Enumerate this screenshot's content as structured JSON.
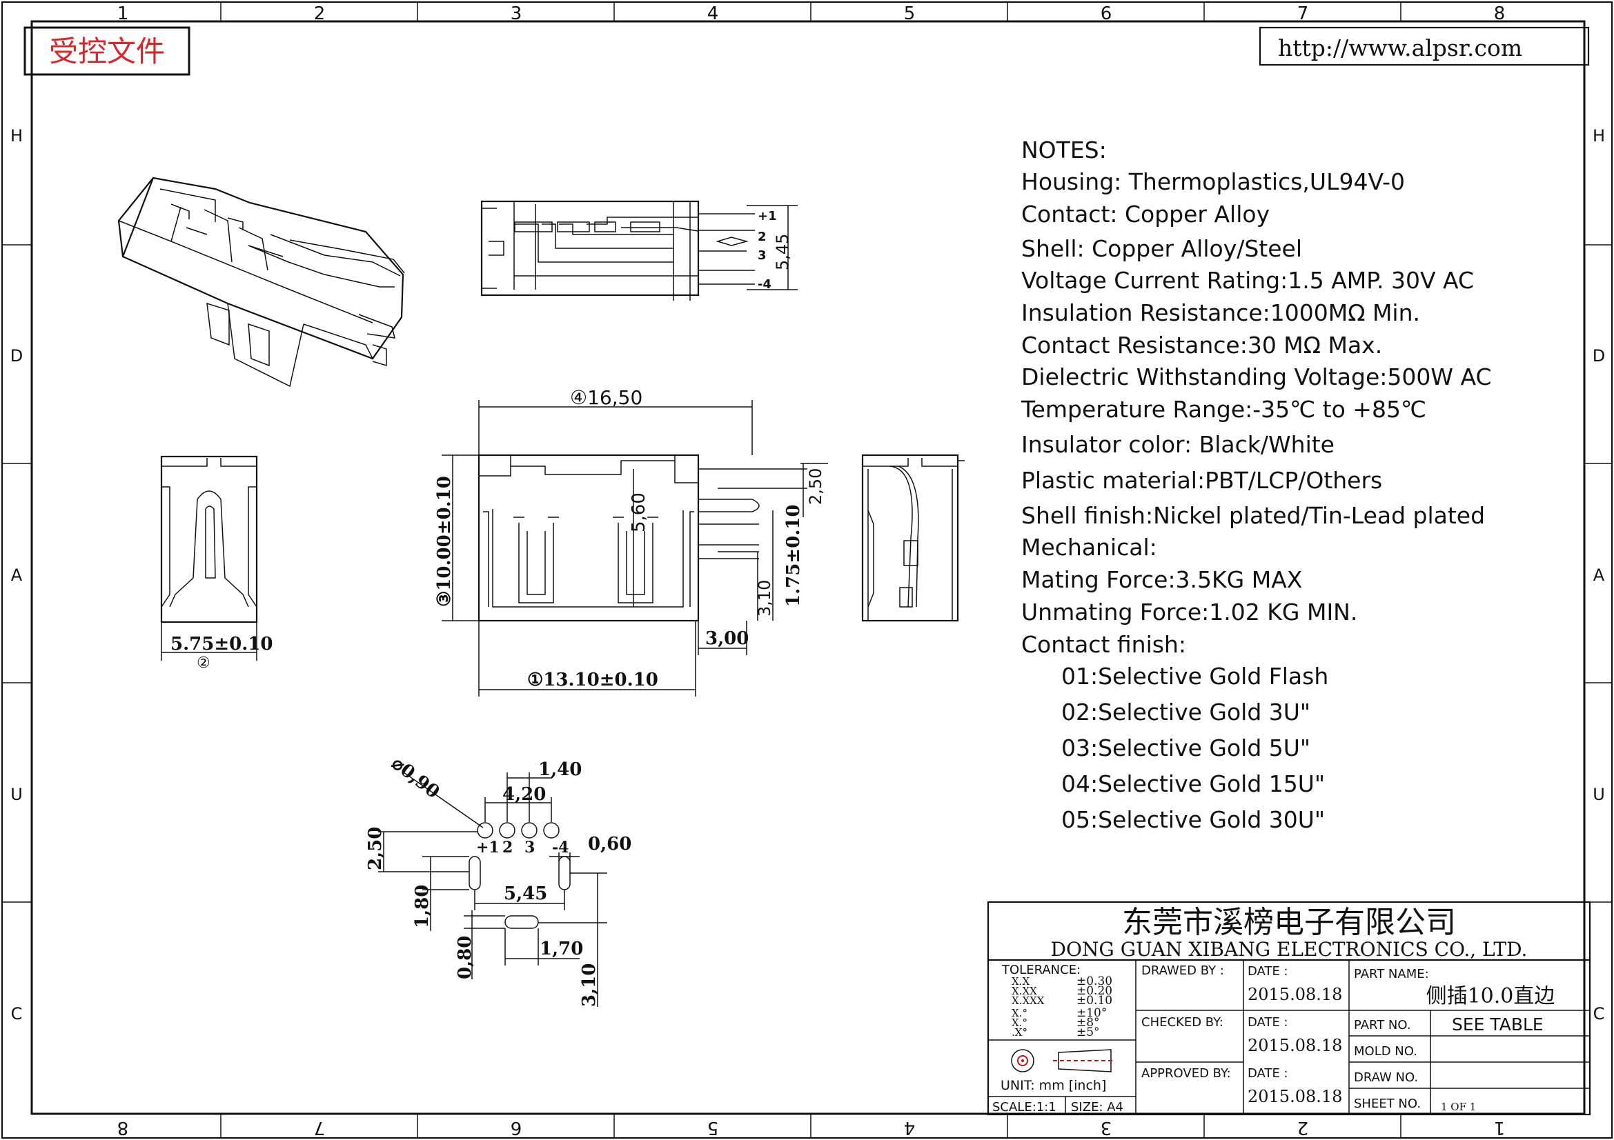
{
  "grid": {
    "top_cols": [
      "1",
      "2",
      "3",
      "4",
      "5",
      "6",
      "7",
      "8"
    ],
    "bottom_cols": [
      "8",
      "7",
      "6",
      "5",
      "4",
      "3",
      "2",
      "1"
    ],
    "left_rows": [
      "H",
      "D",
      "A",
      "U",
      "C"
    ],
    "right_rows": [
      "H",
      "D",
      "A",
      "U",
      "C"
    ]
  },
  "stamp": {
    "text": "受控文件",
    "color": "#d8262a"
  },
  "url": "http://www.alpsr.com",
  "notes": {
    "heading": "NOTES:",
    "lines": [
      "Housing:  Thermoplastics,UL94V-0",
      "Contact:  Copper Alloy",
      "Shell:  Copper Alloy/Steel",
      "Voltage Current Rating:1.5 AMP. 30V AC",
      "Insulation Resistance:1000MΩ Min.",
      "Contact Resistance:30 MΩ Max.",
      "Dielectric Withstanding Voltage:500W AC",
      "Temperature Range:-35℃ to +85℃",
      "Insulator color: Black/White",
      "Plastic material:PBT/LCP/Others",
      "Shell finish:Nickel plated/Tin-Lead plated",
      "Mechanical:",
      "Mating Force:3.5KG MAX",
      "Unmating Force:1.02 KG MIN.",
      "Contact finish:"
    ],
    "finishes": [
      "01:Selective Gold Flash",
      "02:Selective Gold 3U\"",
      "03:Selective Gold 5U\"",
      "04:Selective Gold 15U\"",
      "05:Selective Gold 30U\""
    ]
  },
  "dims": {
    "top_height": "5,45",
    "pins_top": [
      "+1",
      "2",
      "3",
      "-4"
    ],
    "front_width": "④16,50",
    "front_height": "③10.00±0.10",
    "front_depth": "①13.10±0.10",
    "pin_offset": "3,00",
    "pin_h1": "5,60",
    "pin_h2": "2,50",
    "pin_h3": "1.75±0.10",
    "pin_h4": "3,10",
    "left_width": "5.75±0.10",
    "left_tag": "②",
    "fp_hole": "⌀0,90",
    "fp_pitch": "1,40",
    "fp_span": "4,20",
    "fp_row": "2,50",
    "fp_slot_w": "0,60",
    "fp_slot_pitch": "5,45",
    "fp_slot_h": "1,80",
    "fp_oval": "0,80",
    "fp_oval_w": "1,70",
    "fp_total": "3,10",
    "fp_pins": [
      "+1",
      "2",
      "3",
      "-4"
    ]
  },
  "title_block": {
    "company_cn": "东莞市溪榜电子有限公司",
    "company_en": "DONG GUAN XIBANG ELECTRONICS CO., LTD.",
    "tolerance_label": "TOLERANCE:",
    "tol_keys": [
      "X.X",
      "X.XX",
      "X.XXX",
      "X.°",
      "X.°",
      ".X°"
    ],
    "tol_vals": [
      "±0.30",
      "±0.20",
      "±0.10",
      "±10°",
      "±8°",
      "±5°"
    ],
    "unit": "UNIT:  mm  [inch]",
    "scale": "SCALE:1:1",
    "size": "SIZE:  A4",
    "drawn_by": "DRAWED BY :",
    "checked_by": "CHECKED BY:",
    "approved_by": "APPROVED BY:",
    "date_label": "DATE :",
    "dates": [
      "2015.08.18",
      "2015.08.18",
      "2015.08.18"
    ],
    "part_name_label": "PART NAME:",
    "part_name": "侧插10.0直边",
    "part_no_label": "PART NO.",
    "part_no": "SEE TABLE",
    "mold_no_label": "MOLD NO.",
    "draw_no_label": "DRAW NO.",
    "sheet_label": "SHEET NO.",
    "sheet": "1 OF 1"
  }
}
